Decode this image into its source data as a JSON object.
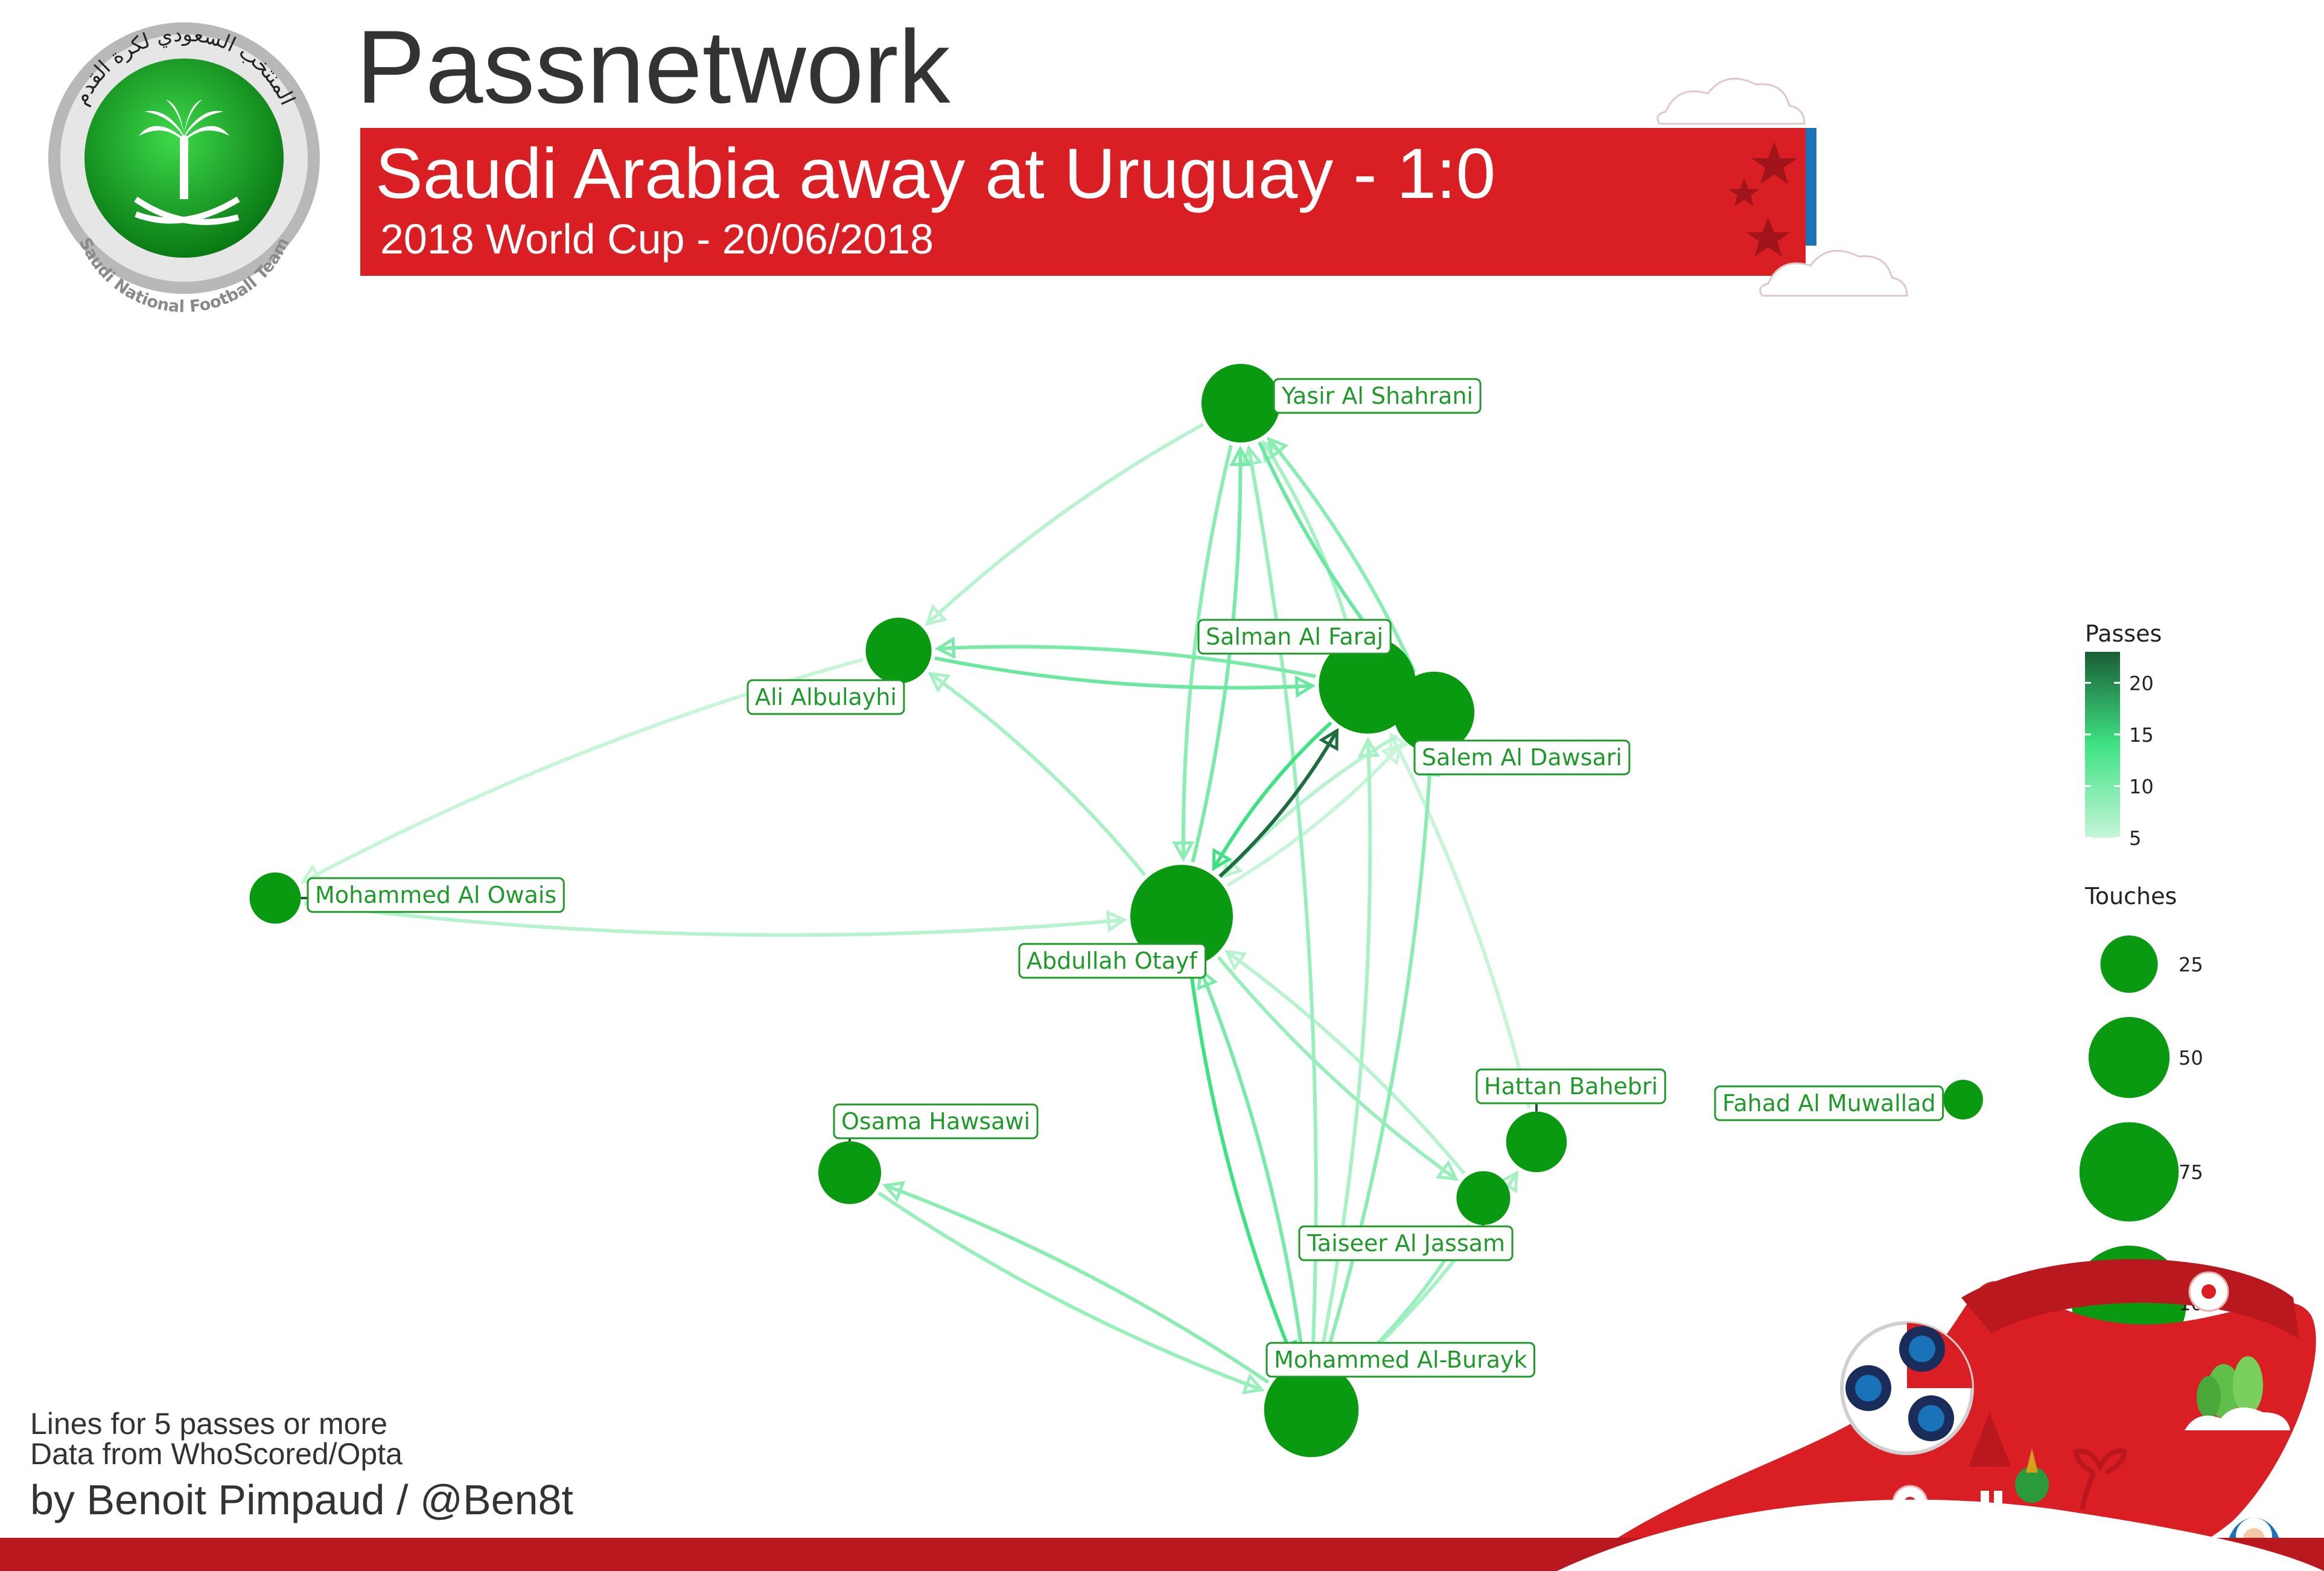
{
  "header": {
    "title": "Passnetwork",
    "subtitle": "Saudi Arabia away at Uruguay - 1:0",
    "competition": "2018 World Cup - 20/06/2018",
    "logo_text_top": "المنتخب السعودي لكرة القدم",
    "logo_text_bottom": "Saudi National Football Team"
  },
  "colors": {
    "node": "#0a9a12",
    "label": "#1f9a2a",
    "banner_red": "#d91f24",
    "banner_blue": "#1a73b8",
    "title": "#333333",
    "bottom_bar": "#b8181e"
  },
  "players": [
    {
      "id": "yasir",
      "name": "Yasir Al Shahrani",
      "touches": 47
    },
    {
      "id": "ali",
      "name": "Ali Albulayhi",
      "touches": 33
    },
    {
      "id": "salman",
      "name": "Salman Al Faraj",
      "touches": 72
    },
    {
      "id": "salem",
      "name": "Salem Al Dawsari",
      "touches": 50
    },
    {
      "id": "owais",
      "name": "Mohammed Al Owais",
      "touches": 20
    },
    {
      "id": "otayf",
      "name": "Abdullah Otayf",
      "touches": 80
    },
    {
      "id": "hattan",
      "name": "Hattan Bahebri",
      "touches": 28
    },
    {
      "id": "fahad",
      "name": "Fahad Al Muwallad",
      "touches": 12
    },
    {
      "id": "osama",
      "name": "Osama Hawsawi",
      "touches": 30
    },
    {
      "id": "taiseer",
      "name": "Taiseer Al Jassam",
      "touches": 22
    },
    {
      "id": "burayk",
      "name": "Mohammed Al-Burayk",
      "touches": 68
    }
  ],
  "passes": [
    {
      "from": "yasir",
      "to": "ali",
      "count": 6
    },
    {
      "from": "yasir",
      "to": "otayf",
      "count": 9
    },
    {
      "from": "otayf",
      "to": "yasir",
      "count": 10
    },
    {
      "from": "yasir",
      "to": "salem",
      "count": 11
    },
    {
      "from": "salem",
      "to": "yasir",
      "count": 9
    },
    {
      "from": "salman",
      "to": "yasir",
      "count": 7
    },
    {
      "from": "burayk",
      "to": "yasir",
      "count": 8
    },
    {
      "from": "ali",
      "to": "salman",
      "count": 11
    },
    {
      "from": "salman",
      "to": "ali",
      "count": 10
    },
    {
      "from": "ali",
      "to": "owais",
      "count": 5
    },
    {
      "from": "otayf",
      "to": "ali",
      "count": 7
    },
    {
      "from": "owais",
      "to": "otayf",
      "count": 6
    },
    {
      "from": "otayf",
      "to": "salman",
      "count": 22
    },
    {
      "from": "salman",
      "to": "otayf",
      "count": 14
    },
    {
      "from": "salem",
      "to": "otayf",
      "count": 6
    },
    {
      "from": "otayf",
      "to": "salem",
      "count": 5
    },
    {
      "from": "otayf",
      "to": "taiseer",
      "count": 8
    },
    {
      "from": "taiseer",
      "to": "otayf",
      "count": 6
    },
    {
      "from": "otayf",
      "to": "burayk",
      "count": 14
    },
    {
      "from": "burayk",
      "to": "otayf",
      "count": 10
    },
    {
      "from": "burayk",
      "to": "osama",
      "count": 9
    },
    {
      "from": "osama",
      "to": "burayk",
      "count": 8
    },
    {
      "from": "burayk",
      "to": "salman",
      "count": 7
    },
    {
      "from": "burayk",
      "to": "salem",
      "count": 9
    },
    {
      "from": "burayk",
      "to": "hattan",
      "count": 7
    },
    {
      "from": "burayk",
      "to": "taiseer",
      "count": 8
    },
    {
      "from": "hattan",
      "to": "salman",
      "count": 5
    }
  ],
  "legend": {
    "passes_title": "Passes",
    "passes_ticks": [
      "20",
      "15",
      "10",
      "5"
    ],
    "passes_range": [
      5,
      23
    ],
    "touches_title": "Touches",
    "touches_entries": [
      {
        "value": 25,
        "label": "25"
      },
      {
        "value": 50,
        "label": "50"
      },
      {
        "value": 75,
        "label": "75"
      },
      {
        "value": 100,
        "label": "100"
      }
    ]
  },
  "footer": {
    "note_1": "Lines for 5 passes or more",
    "note_2": "Data from WhoScored/Opta",
    "byline": "by Benoit Pimpaud / @Ben8t"
  }
}
